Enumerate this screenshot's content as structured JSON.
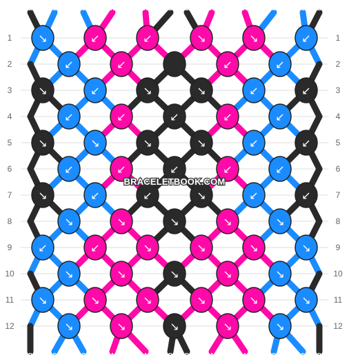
{
  "colors": {
    "A": "#ff0aa8",
    "B": "#2a2a2a",
    "C": "#1a8cff"
  },
  "strands_top": [
    "B",
    "C",
    "C",
    "A",
    "A",
    "B",
    "B",
    "A",
    "A",
    "C",
    "C",
    "B"
  ],
  "strands_bottom": [
    "B",
    "C",
    "C",
    "A",
    "A",
    "B",
    "B",
    "A",
    "A",
    "C",
    "C",
    "B"
  ],
  "row_labels": [
    "1",
    "2",
    "3",
    "4",
    "5",
    "6",
    "7",
    "8",
    "9",
    "10",
    "11",
    "12"
  ],
  "watermark": "BRACELETBOOK.COM",
  "knots": [
    [
      {
        "c": "C",
        "d": "↘"
      },
      {
        "c": "A",
        "d": "↙"
      },
      {
        "c": "A",
        "d": "↙"
      },
      {
        "c": "A",
        "d": "↘"
      },
      {
        "c": "A",
        "d": "↘"
      },
      {
        "c": "C",
        "d": "↙"
      }
    ],
    [
      {
        "c": "C",
        "d": "↙"
      },
      {
        "c": "A",
        "d": "↙"
      },
      {
        "c": "B",
        "d": ""
      },
      {
        "c": "A",
        "d": "↙"
      },
      {
        "c": "C",
        "d": "↙"
      }
    ],
    [
      {
        "c": "B",
        "d": "↘"
      },
      {
        "c": "C",
        "d": "↙"
      },
      {
        "c": "B",
        "d": "↘"
      },
      {
        "c": "B",
        "d": "↘"
      },
      {
        "c": "C",
        "d": "↙"
      },
      {
        "c": "B",
        "d": "↙"
      }
    ],
    [
      {
        "c": "C",
        "d": "↙"
      },
      {
        "c": "A",
        "d": "↙"
      },
      {
        "c": "B",
        "d": "↙"
      },
      {
        "c": "A",
        "d": "↙"
      },
      {
        "c": "C",
        "d": "↙"
      }
    ],
    [
      {
        "c": "B",
        "d": "↘"
      },
      {
        "c": "C",
        "d": "↘"
      },
      {
        "c": "B",
        "d": "↘"
      },
      {
        "c": "B",
        "d": "↘"
      },
      {
        "c": "C",
        "d": "↙"
      },
      {
        "c": "B",
        "d": "↙"
      }
    ],
    [
      {
        "c": "C",
        "d": "↙"
      },
      {
        "c": "A",
        "d": "↙"
      },
      {
        "c": "B",
        "d": "↙"
      },
      {
        "c": "A",
        "d": "↙"
      },
      {
        "c": "C",
        "d": "↙"
      }
    ],
    [
      {
        "c": "B",
        "d": "↘"
      },
      {
        "c": "C",
        "d": "↙"
      },
      {
        "c": "B",
        "d": "↙"
      },
      {
        "c": "B",
        "d": "↘"
      },
      {
        "c": "C",
        "d": "↙"
      },
      {
        "c": "B",
        "d": "↙"
      }
    ],
    [
      {
        "c": "C",
        "d": "↘"
      },
      {
        "c": "A",
        "d": "↘"
      },
      {
        "c": "B",
        "d": "↘"
      },
      {
        "c": "A",
        "d": "↘"
      },
      {
        "c": "C",
        "d": "↘"
      }
    ],
    [
      {
        "c": "C",
        "d": "↙"
      },
      {
        "c": "A",
        "d": "↙"
      },
      {
        "c": "A",
        "d": "↘"
      },
      {
        "c": "A",
        "d": "↘"
      },
      {
        "c": "A",
        "d": "↘"
      },
      {
        "c": "C",
        "d": "↘"
      }
    ],
    [
      {
        "c": "C",
        "d": "↘"
      },
      {
        "c": "A",
        "d": "↘"
      },
      {
        "c": "B",
        "d": "↘"
      },
      {
        "c": "A",
        "d": "↘"
      },
      {
        "c": "C",
        "d": "↘"
      }
    ],
    [
      {
        "c": "C",
        "d": "↘"
      },
      {
        "c": "A",
        "d": "↘"
      },
      {
        "c": "A",
        "d": "↘"
      },
      {
        "c": "A",
        "d": "↘"
      },
      {
        "c": "A",
        "d": "↘"
      },
      {
        "c": "C",
        "d": "↘"
      }
    ],
    [
      {
        "c": "C",
        "d": "↘"
      },
      {
        "c": "A",
        "d": "↘"
      },
      {
        "c": "B",
        "d": "↘"
      },
      {
        "c": "A",
        "d": "↘"
      },
      {
        "c": "C",
        "d": "↘"
      }
    ]
  ]
}
